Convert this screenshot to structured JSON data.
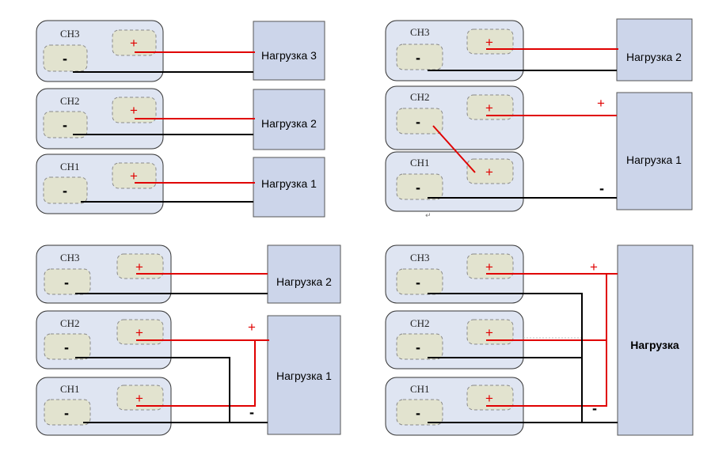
{
  "panels": [
    {
      "channels": [
        "CH3",
        "CH2",
        "CH1"
      ],
      "loads": [
        "Нагрузка 3",
        "Нагрузка 2",
        "Нагрузка 1"
      ]
    },
    {
      "channels": [
        "CH3",
        "CH2",
        "CH1"
      ],
      "loads": [
        "Нагрузка 2",
        "Нагрузка 1"
      ]
    },
    {
      "channels": [
        "CH3",
        "CH2",
        "CH1"
      ],
      "loads": [
        "Нагрузка 2",
        "Нагрузка 1"
      ]
    },
    {
      "channels": [
        "CH3",
        "CH2",
        "CH1"
      ],
      "loads": [
        "Нагрузка"
      ]
    }
  ],
  "symbols": {
    "plus": "+",
    "minus": "-",
    "return_mark": "↵"
  },
  "colors": {
    "positive_wire": "#e00000",
    "negative_wire": "#000000",
    "channel_fill": "#dfe5f2",
    "load_fill": "#ccd5ea",
    "terminal_fill": "#e2e3cf"
  }
}
